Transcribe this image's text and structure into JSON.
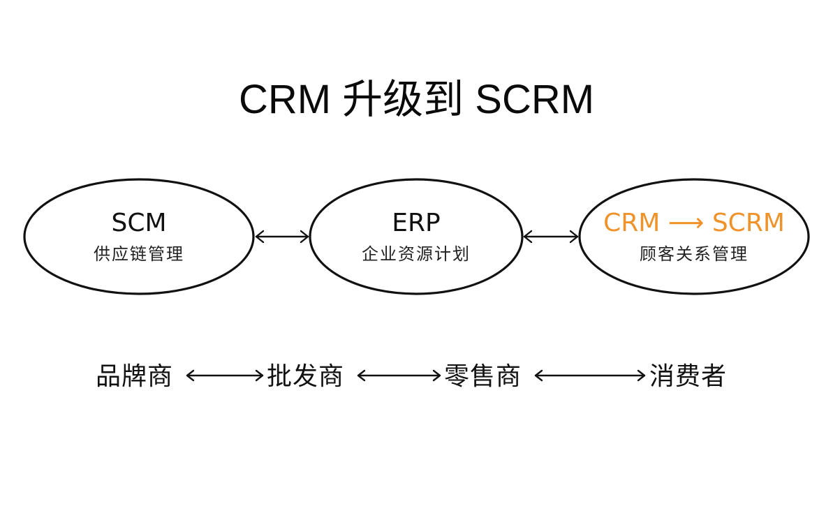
{
  "title": "CRM 升级到 SCRM",
  "nodes": [
    {
      "abbr": "SCM",
      "label": "供应链管理"
    },
    {
      "abbr": "ERP",
      "label": "企业资源计划"
    },
    {
      "abbr_from": "CRM",
      "abbr_arrow": "⟶",
      "abbr_to": "SCRM",
      "label": "顾客关系管理",
      "highlight_color": "#f0922a"
    }
  ],
  "connectors": [
    "bidirectional",
    "bidirectional"
  ],
  "chain": {
    "items": [
      "品牌商",
      "批发商",
      "零售商",
      "消费者"
    ],
    "connectors": [
      "bidirectional",
      "bidirectional",
      "bidirectional"
    ]
  }
}
